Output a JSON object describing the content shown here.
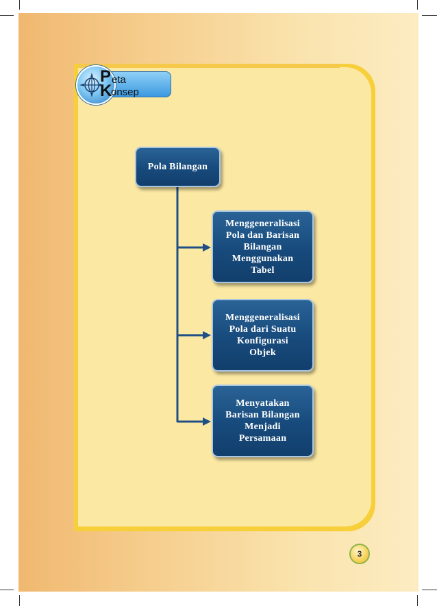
{
  "logo": {
    "letter_p": "P",
    "text_eta": "eta",
    "letter_k": "K",
    "text_onsep": "onsep"
  },
  "concept_map": {
    "root": "Pola Bilangan",
    "children": [
      "Menggeneralisasi\nPola dan Barisan\nBilangan\nMenggunakan\nTabel",
      "Menggeneralisasi\nPola dari Suatu\nKonfigurasi\nObjek",
      "Menyatakan\nBarisan Bilangan\nMenjadi\nPersamaan"
    ]
  },
  "page_number": "3",
  "colors": {
    "node_fill": "#174a7c",
    "connector": "#1f4f86",
    "panel": "#fbe8a2",
    "page_background": "#f6cf8f"
  }
}
